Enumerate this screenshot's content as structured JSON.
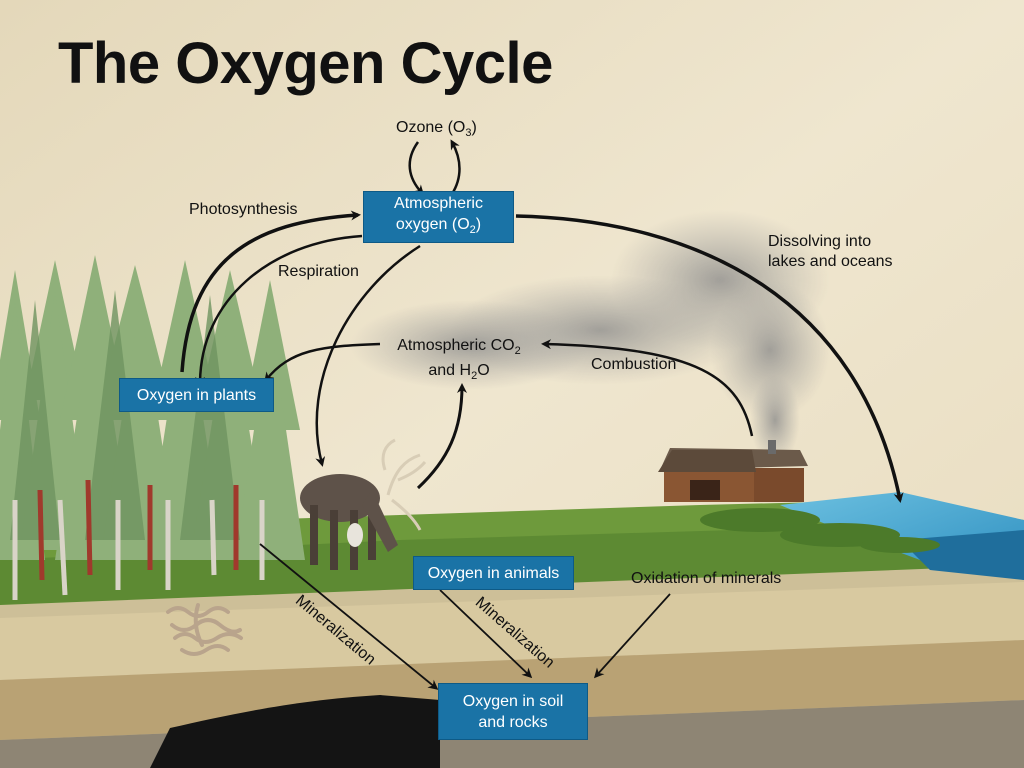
{
  "title": "The Oxygen Cycle",
  "boxes": {
    "atmospheric_o2": {
      "line1": "Atmospheric",
      "line2_text": "oxygen (O",
      "line2_sub": "2",
      "line2_end": ")"
    },
    "plants": "Oxygen in plants",
    "animals": "Oxygen in animals",
    "soil": {
      "line1": "Oxygen in soil",
      "line2": "and rocks"
    }
  },
  "labels": {
    "ozone": {
      "text": "Ozone (O",
      "sub": "3",
      "end": ")"
    },
    "photosynthesis": "Photosynthesis",
    "respiration": "Respiration",
    "dissolving": {
      "line1": "Dissolving into",
      "line2": "lakes and oceans"
    },
    "co2": {
      "l1_text": "Atmospheric CO",
      "l1_sub": "2",
      "l2_text": "and H",
      "l2_sub": "2",
      "l2_end": "O"
    },
    "combustion": "Combustion",
    "oxidation": "Oxidation of minerals",
    "mineralization_left": "Mineralization",
    "mineralization_right": "Mineralization"
  },
  "colors": {
    "box": "#1a73a6",
    "arrow": "#111111",
    "background": "#ece2c8"
  }
}
